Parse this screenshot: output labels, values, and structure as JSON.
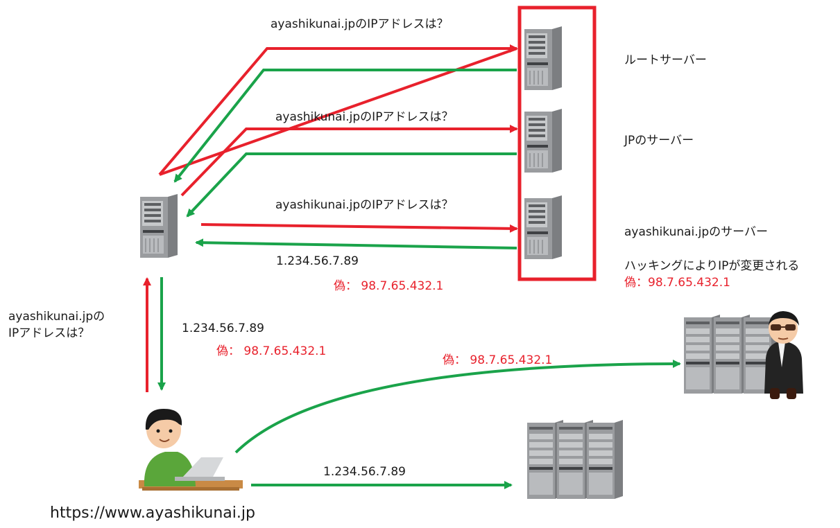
{
  "colors": {
    "request_arrow": "#e8212c",
    "response_arrow": "#1aa34a",
    "dns_group_frame": "#e8212c",
    "forged_text": "#e8212c",
    "server_body": "#9a9c9f",
    "server_face": "#c6c8ca"
  },
  "servers": {
    "root_label": "ルートサーバー",
    "jp_label": "JPのサーバー",
    "authoritative_label": "ayashikunai.jpのサーバー",
    "hack_note": "ハッキングによりIPが変更される",
    "hack_forged": "偽：98.7.65.432.1"
  },
  "flows": {
    "query_root": "ayashikunai.jpのIPアドレスは？",
    "query_jp": "ayashikunai.jpのIPアドレスは？",
    "query_authoritative": "ayashikunai.jpのIPアドレスは？",
    "answer_real": "1.234.56.7.89",
    "answer_forged": "偽： 98.7.65.432.1",
    "client_query_line1": "ayashikunai.jpの",
    "client_query_line2": "IPアドレスは？",
    "client_answer_real": "1.234.56.7.89",
    "client_answer_forged": "偽： 98.7.65.432.1",
    "to_malicious_forged": "偽： 98.7.65.432.1",
    "to_legit_real": "1.234.56.7.89"
  },
  "client": {
    "url": "https://www.ayashikunai.jp"
  },
  "icons": {
    "server": "server-tower-icon",
    "server_rack": "server-rack-icon",
    "user": "user-with-laptop-icon",
    "hacker": "hacker-sunglasses-icon"
  }
}
